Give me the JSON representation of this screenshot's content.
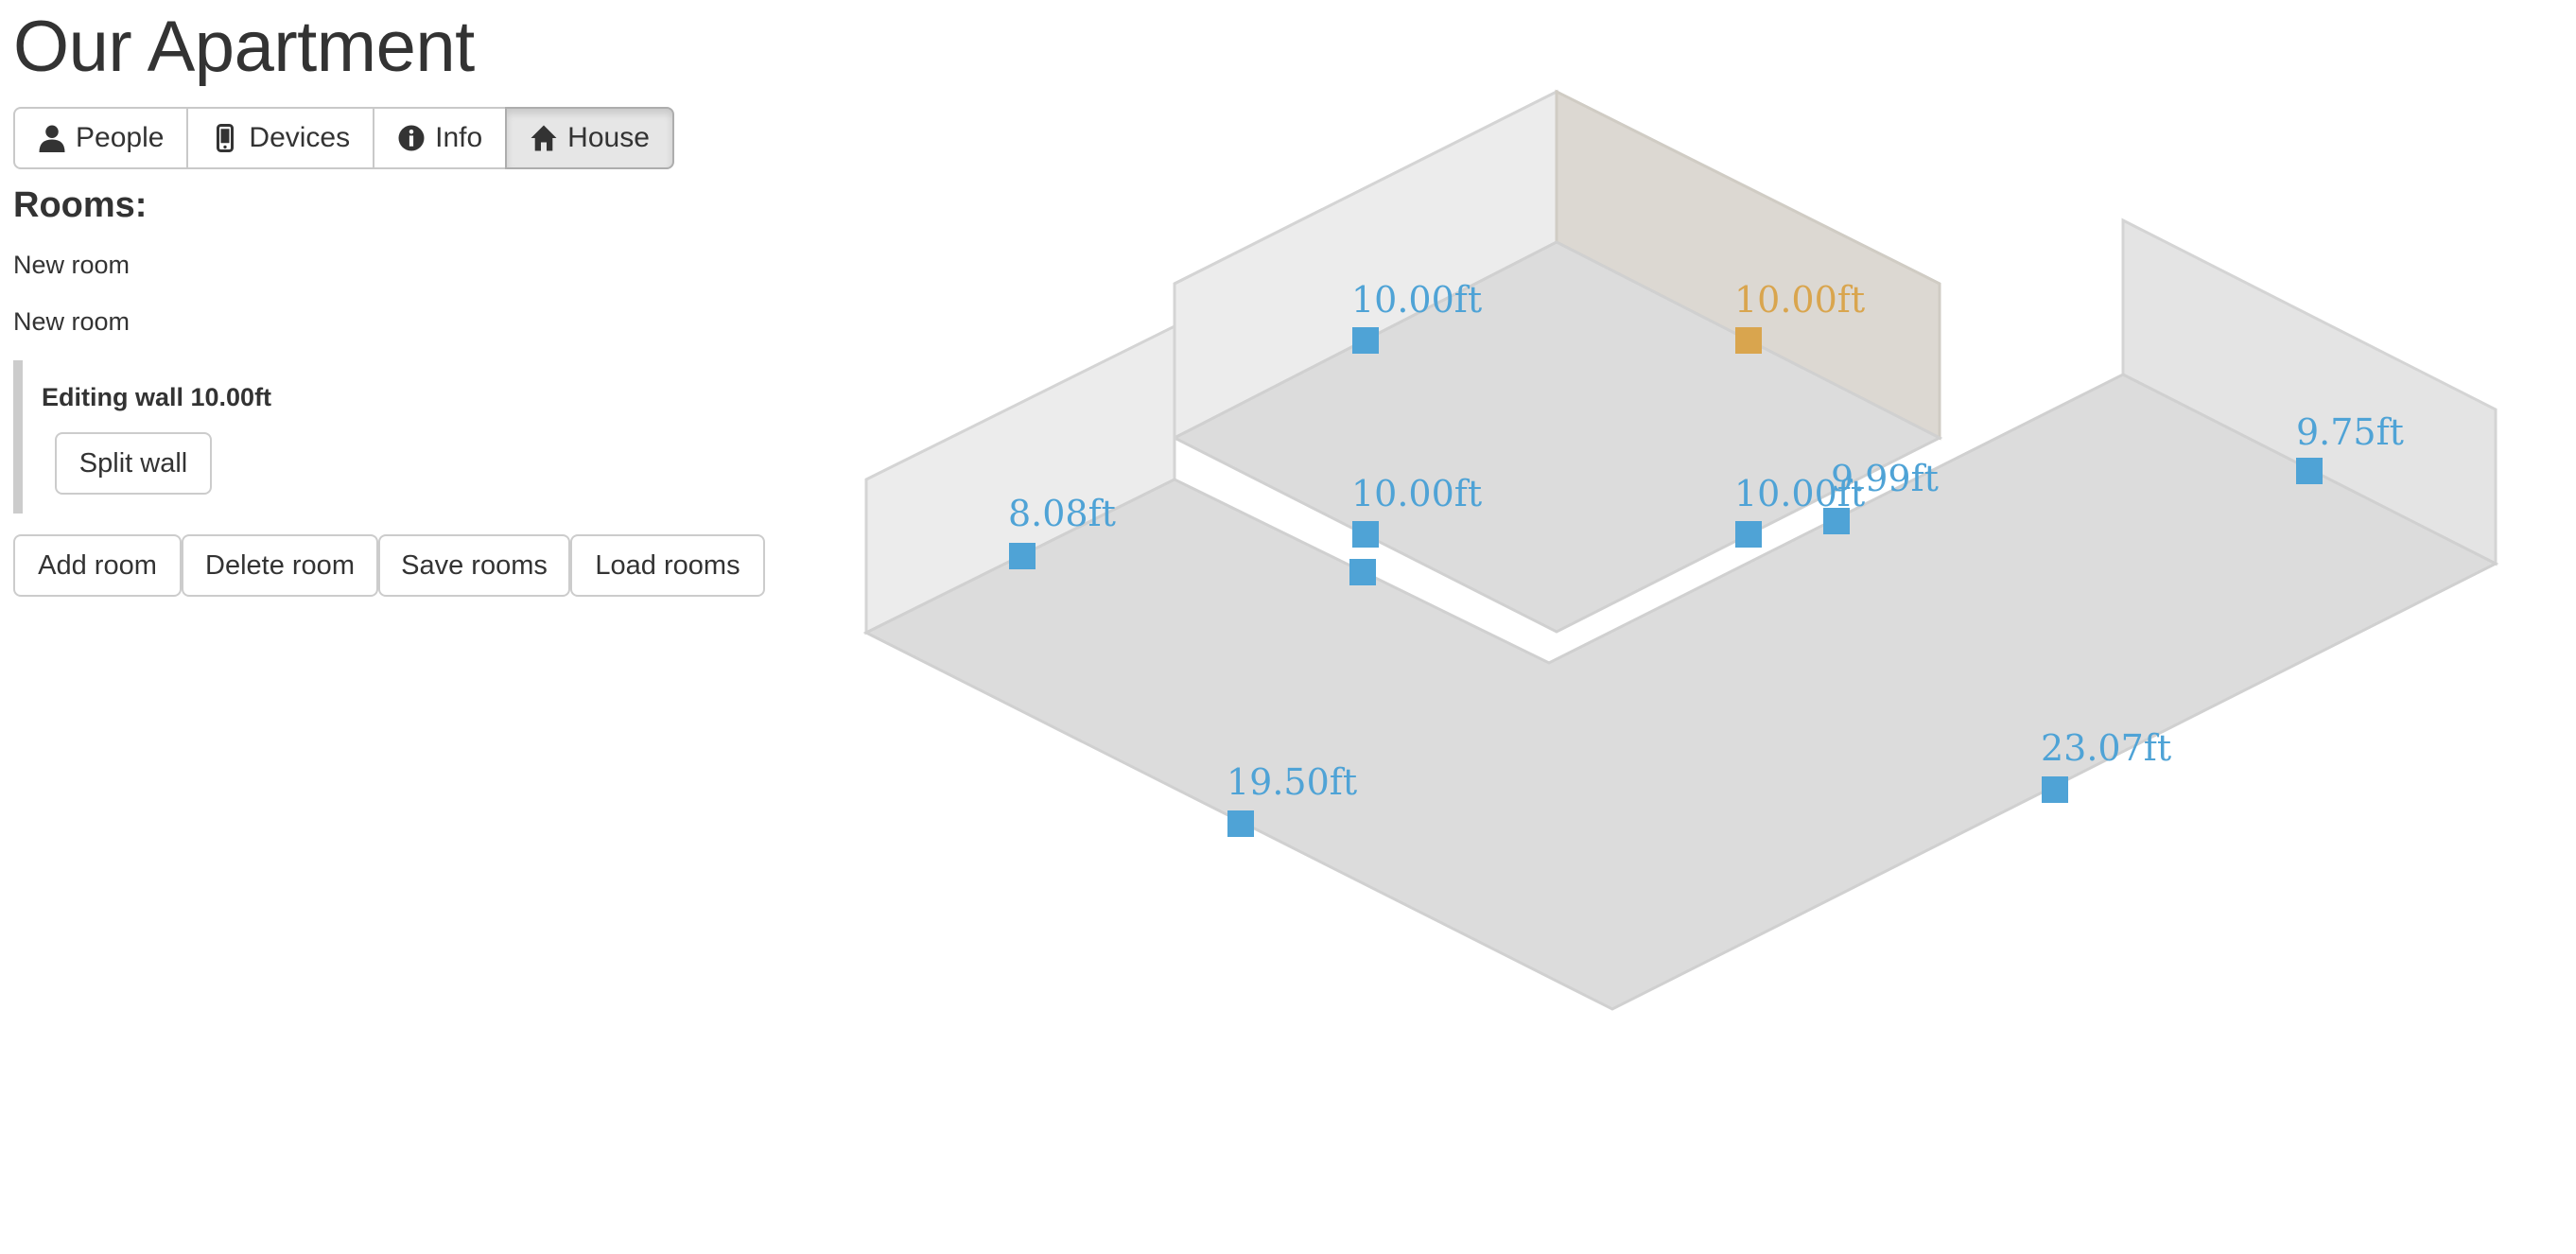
{
  "page": {
    "title": "Our Apartment"
  },
  "tabs": [
    {
      "label": "People",
      "icon": "user-icon",
      "active": false
    },
    {
      "label": "Devices",
      "icon": "mobile-icon",
      "active": false
    },
    {
      "label": "Info",
      "icon": "info-icon",
      "active": false
    },
    {
      "label": "House",
      "icon": "home-icon",
      "active": true
    }
  ],
  "rooms": {
    "heading": "Rooms:",
    "items": [
      "New room",
      "New room"
    ]
  },
  "editing": {
    "label": "Editing wall 10.00ft",
    "split_label": "Split wall"
  },
  "actions": {
    "add": "Add room",
    "delete": "Delete room",
    "save": "Save rooms",
    "load": "Load rooms"
  },
  "colors": {
    "handle": "#4fa3d6",
    "selected": "#d9a54e",
    "floor": "#dcdcdc",
    "wall": "#ececec",
    "selected_wall": "#dcd8d2"
  },
  "walls": [
    {
      "length": "8.08ft",
      "selected": false
    },
    {
      "length": "10.00ft",
      "selected": false
    },
    {
      "length": "10.00ft",
      "selected": true
    },
    {
      "length": "10.00ft",
      "selected": false
    },
    {
      "length": "10.00ft",
      "selected": false
    },
    {
      "length": "9.99ft",
      "selected": false
    },
    {
      "length": "9.75ft",
      "selected": false
    },
    {
      "length": "19.50ft",
      "selected": false
    },
    {
      "length": "23.07ft",
      "selected": false
    }
  ]
}
